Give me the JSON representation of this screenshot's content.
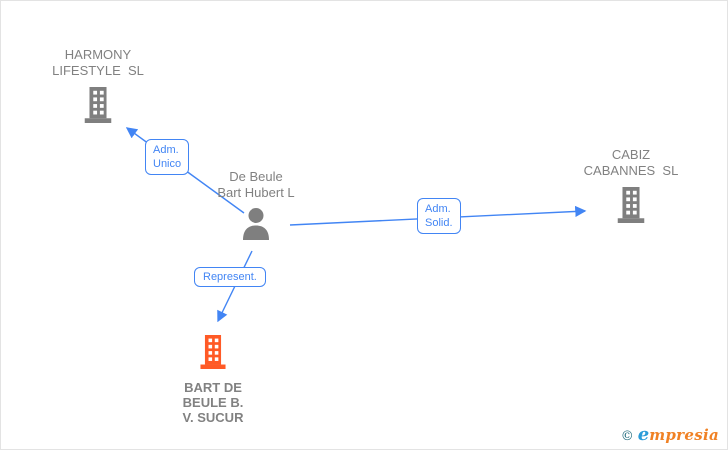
{
  "diagram": {
    "nodes": {
      "harmony": {
        "name": "HARMONY\nLIFESTYLE  SL",
        "icon": "building-icon",
        "icon_color": "#7f7f7f"
      },
      "cabiz": {
        "name": "CABIZ\nCABANNES  SL",
        "icon": "building-icon",
        "icon_color": "#7f7f7f"
      },
      "person": {
        "name": "De Beule\nBart Hubert L",
        "icon": "person-icon",
        "icon_color": "#7f7f7f"
      },
      "bart": {
        "name": "BART DE\nBEULE B.\nV. SUCUR",
        "icon": "building-icon",
        "icon_color": "#ff5a26"
      }
    },
    "edges": [
      {
        "label": "Adm.\nUnico",
        "from": "person",
        "to": "harmony"
      },
      {
        "label": "Adm.\nSolid.",
        "from": "person",
        "to": "cabiz"
      },
      {
        "label": "Represent.",
        "from": "person",
        "to": "bart"
      }
    ],
    "colors": {
      "edge_blue": "#4285f4",
      "node_text_gray": "#818181",
      "icon_gray": "#7f7f7f",
      "icon_orange": "#ff5a26"
    }
  },
  "footer": {
    "copyright_symbol": "©",
    "brand_initial": "e",
    "brand_rest": "mpresia"
  }
}
